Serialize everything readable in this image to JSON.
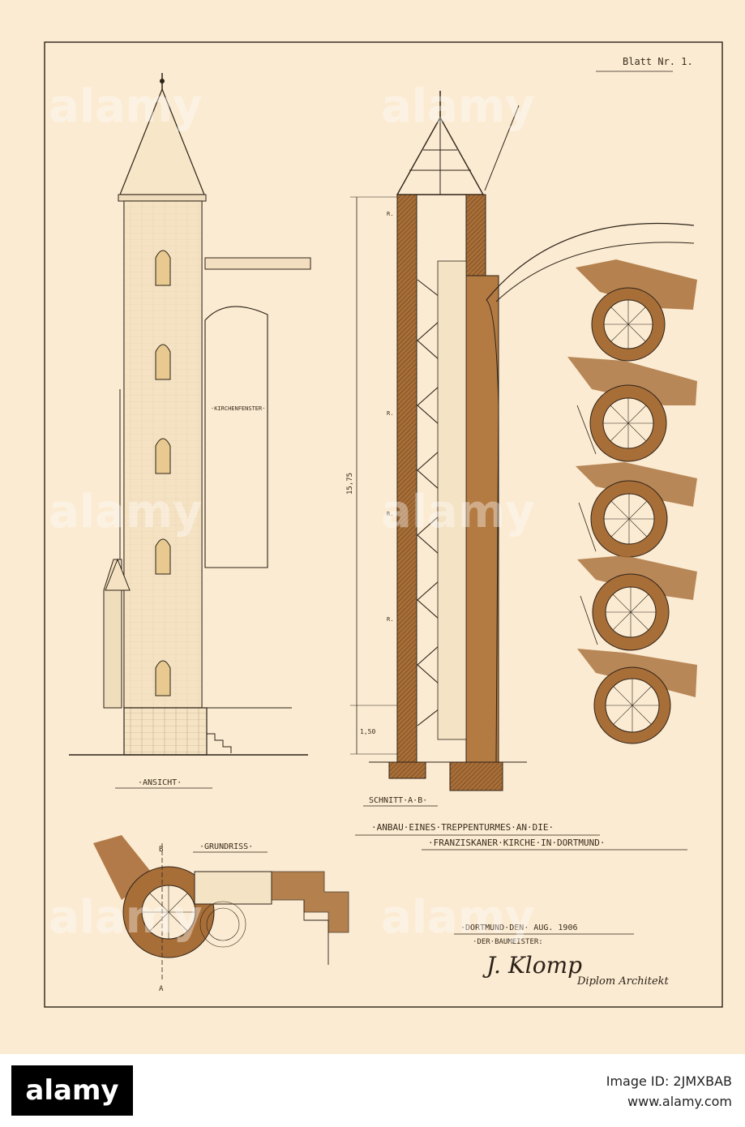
{
  "sheet": {
    "sheet_no": "Blatt Nr. 1.",
    "labels": {
      "ansicht": "·ANSICHT·",
      "schnitt": "SCHNITT·A·B·",
      "grundriss": "·GRUNDRISS·",
      "kirchenfenster": "·KIRCHENFENSTER·",
      "dim_height": "15,75",
      "dim_base": "1,50",
      "podest": "R.",
      "marker_a": "A",
      "marker_b": "B"
    },
    "title": {
      "line1": "·ANBAU·EINES·TREPPENTURMES·AN·DIE·",
      "line2": "·FRANZISKANER·KIRCHE·IN·DORTMUND·"
    },
    "date": "·DORTMUND·DEN· AUG. 1906",
    "architect_caption": "·DER·BAUMEISTER:",
    "signature": "J. Klomp",
    "signature_title": "Diplom Architekt",
    "palette": {
      "paper": "#fbebd2",
      "ink": "#3a2c1d",
      "wash": "#a86e38",
      "wash_light": "#c99a63",
      "stone": "#d9c7a5"
    },
    "watermark": "alamy"
  },
  "footer": {
    "logo_text": "alamy",
    "image_id_label": "Image ID: 2JMXBAB",
    "site": "www.alamy.com"
  }
}
